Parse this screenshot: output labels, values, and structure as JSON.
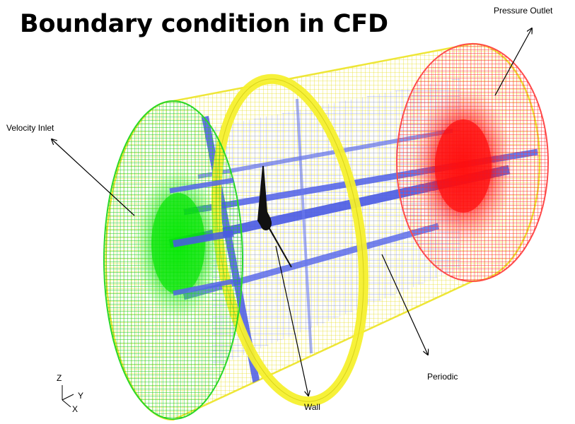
{
  "title": "Boundary condition in CFD",
  "labels": {
    "pressure_outlet": "Pressure Outlet",
    "velocity_inlet": "Velocity Inlet",
    "periodic": "Periodic",
    "wall": "Wall"
  },
  "axes": {
    "z": "Z",
    "y": "Y",
    "x": "X"
  },
  "colors": {
    "inlet": "#22dd22",
    "outlet": "#ff2a2a",
    "periodic_surface": "#f2f24a",
    "interior_grid": "#6a7aee",
    "wall": "#111111"
  }
}
